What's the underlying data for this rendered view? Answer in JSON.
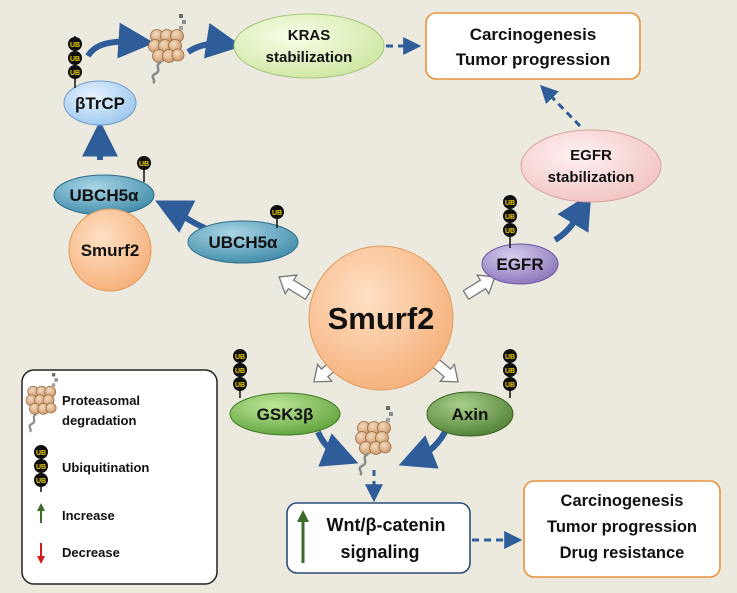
{
  "colors": {
    "background": "#eceadf",
    "arrow": "#2e5d99",
    "ub": "#0f0f0f",
    "ub_text": "#f4d400",
    "box_border": "#e8923a",
    "legend_border": "#222222",
    "increase": "#3d6b2a",
    "decrease": "#d11c1c"
  },
  "nodes": {
    "kras": [
      "KRAS",
      "stabilization"
    ],
    "outcome_top": [
      "Carcinogenesis",
      "Tumor progression"
    ],
    "btrcp": "βTrCP",
    "ubch5a_left": "UBCH5α",
    "smurf2_small": "Smurf2",
    "ubch5a_mid": "UBCH5α",
    "egfr_stab": [
      "EGFR",
      "stabilization"
    ],
    "egfr": "EGFR",
    "smurf2_main": "Smurf2",
    "gsk3b": "GSK3β",
    "axin": "Axin",
    "wnt": [
      "Wnt/β-catenin",
      "signaling"
    ],
    "outcome_bottom": [
      "Carcinogenesis",
      "Tumor progression",
      "Drug resistance"
    ]
  },
  "ub_label": "UB",
  "legend": {
    "proteasomal": [
      "Proteasomal",
      "degradation"
    ],
    "ubiquitination": "Ubiquitination",
    "increase": "Increase",
    "decrease": "Decrease"
  }
}
